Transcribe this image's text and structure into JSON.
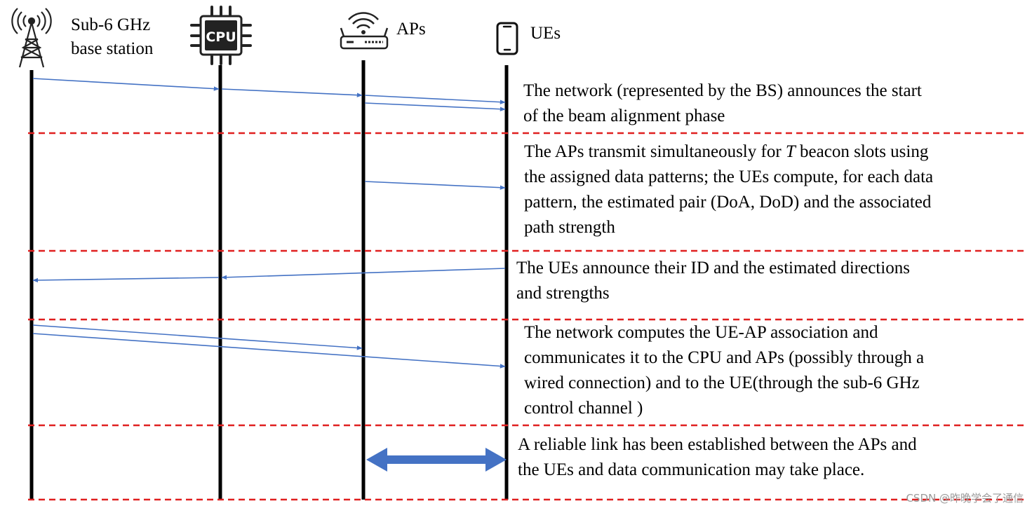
{
  "entities": [
    {
      "id": "bs",
      "label_lines": [
        "Sub-6 GHz",
        "base station"
      ],
      "icon": "cell-tower-icon"
    },
    {
      "id": "cpu",
      "label_lines": [],
      "icon": "cpu-chip-icon",
      "icon_text": "CPU"
    },
    {
      "id": "aps",
      "label_lines": [
        "APs"
      ],
      "icon": "wifi-router-icon"
    },
    {
      "id": "ues",
      "label_lines": [
        "UEs"
      ],
      "icon": "smartphone-icon"
    }
  ],
  "phases": [
    {
      "lines": [
        "The network (represented by the BS) announces the start",
        "of the beam alignment phase"
      ],
      "messages": [
        {
          "from": "bs",
          "to": "ues",
          "via": [
            "cpu",
            "aps"
          ]
        },
        {
          "from": "aps",
          "to": "ues"
        }
      ]
    },
    {
      "lines": [
        "The APs transmit simultaneously for \u0000 beacon slots using",
        "the assigned data patterns; the UEs compute, for each data",
        "pattern, the estimated pair (DoA, DoD) and the associated",
        "path strength"
      ],
      "messages": [
        {
          "from": "aps",
          "to": "ues"
        }
      ]
    },
    {
      "lines": [
        "The UEs announce their ID and the estimated directions",
        "and strengths"
      ],
      "messages": [
        {
          "from": "ues",
          "to": "bs",
          "via": [
            "cpu"
          ]
        }
      ]
    },
    {
      "lines": [
        "The network computes the UE-AP association and",
        "communicates it to the CPU and APs (possibly through a",
        "wired connection) and to the UE(through the sub-6 GHz",
        "control channel )"
      ],
      "messages": [
        {
          "from": "bs",
          "to": "aps"
        },
        {
          "from": "bs",
          "to": "ues"
        }
      ]
    },
    {
      "lines": [
        "A reliable link has been established between the APs and",
        "the UEs and data communication may take place."
      ],
      "messages": [
        {
          "from": "aps",
          "to": "ues",
          "bidirectional": true
        }
      ]
    }
  ],
  "italic_symbol": "T",
  "colors": {
    "arrow": "#4472c4",
    "divider": "#e02020",
    "lifeline": "#000000"
  },
  "watermark": "CSDN @昨晚学会了通信"
}
